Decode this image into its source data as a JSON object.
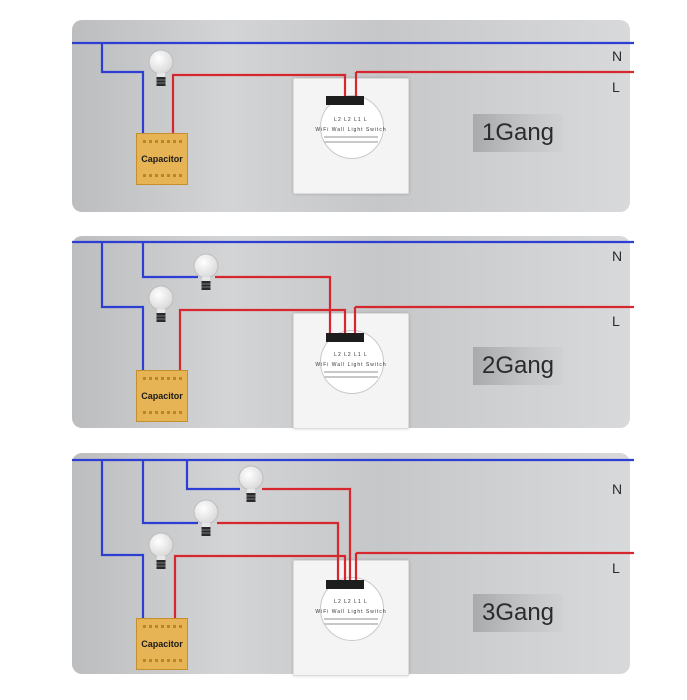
{
  "labels": {
    "neutral": "N",
    "live": "L",
    "capacitor": "Capacitor"
  },
  "colors": {
    "neutral_wire": "#2c3fd2",
    "live_wire": "#d6262e",
    "capacitor": "#e7b455",
    "panel": "#cacbcd"
  },
  "panels": [
    {
      "gang_label": "1Gang",
      "terminals": "L2 L2 L1 L",
      "switch_title": "WiFi Wall Light Switch"
    },
    {
      "gang_label": "2Gang",
      "terminals": "L2 L2 L1 L",
      "switch_title": "WiFi Wall Light Switch"
    },
    {
      "gang_label": "3Gang",
      "terminals": "L2 L2 L1 L",
      "switch_title": "WiFi Wall Light Switch"
    }
  ]
}
